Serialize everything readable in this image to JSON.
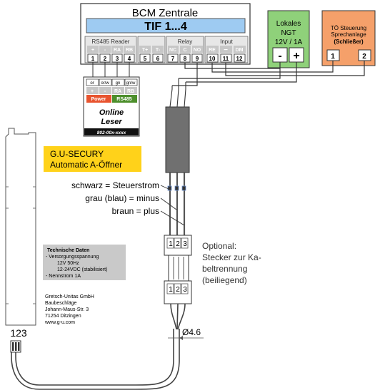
{
  "bcm": {
    "title": "BCM Zentrale",
    "tif": "TIF 1...4",
    "groups": {
      "rs485": "RS485 Reader",
      "relay": "Relay",
      "input": "Input"
    },
    "term_labels": [
      "+",
      "-",
      "RA",
      "RB",
      "T+",
      "T-",
      "NC",
      "C",
      "NO",
      "RE",
      "−",
      "DM"
    ],
    "term_nums": [
      "1",
      "2",
      "3",
      "4",
      "5",
      "6",
      "7",
      "8",
      "9",
      "10",
      "11",
      "12"
    ]
  },
  "reader": {
    "wire_tags": [
      "or",
      "or/w",
      "gn",
      "gn/w"
    ],
    "plus": "+",
    "minus": "-",
    "ra": "RA",
    "rb": "RB",
    "power": "Power",
    "rs485": "RS485",
    "line1": "Online",
    "line2": "Leser",
    "part": "802-00x-xxxx"
  },
  "ngt": {
    "line1": "Lokales",
    "line2": "NGT",
    "line3": "12V / 1A",
    "minus": "-",
    "plus": "+"
  },
  "tuer": {
    "line1": "TÖ Steuerung",
    "line2": "Sprechanlage",
    "line3": "(Schließer)",
    "t1": "1",
    "t2": "2"
  },
  "device": {
    "title1": "G.U-SECURY",
    "title2": "Automatic  A-Öffner",
    "label": "123"
  },
  "wires": {
    "black": "schwarz = Steuerstrom",
    "grey": "grau (blau) = minus",
    "brown": "braun = plus"
  },
  "tech": {
    "title": "Technische Daten",
    "l1": "- Versorgungsspannung",
    "l2": "12V 50Hz",
    "l3": "12-24VDC (stabilisiert)",
    "l4": "- Nennstrom 1A"
  },
  "address": {
    "l1": "Gretsch-Unitas GmbH",
    "l2": "Baubeschläge",
    "l3": "Johann-Maus-Str. 3",
    "l4": "71254 Ditzingen",
    "l5": "www.g-u.com"
  },
  "optional": {
    "l1": "Optional:",
    "l2": "Stecker zur Ka-",
    "l3": "beltrennung",
    "l4": "(beiliegend)"
  },
  "connector_nums": [
    "1",
    "2",
    "3"
  ],
  "diameter": "Ø4.6",
  "colors": {
    "tif_bar": "#9ecbf2",
    "term_grey": "#c7c7c7",
    "ngt_green": "#8fd17a",
    "tuer_orange": "#f5a06a",
    "yellow_label": "#ffd21a",
    "tech_grey": "#c9c9c9",
    "power_red": "#e8542f",
    "rs485_green": "#4d8f2c"
  }
}
